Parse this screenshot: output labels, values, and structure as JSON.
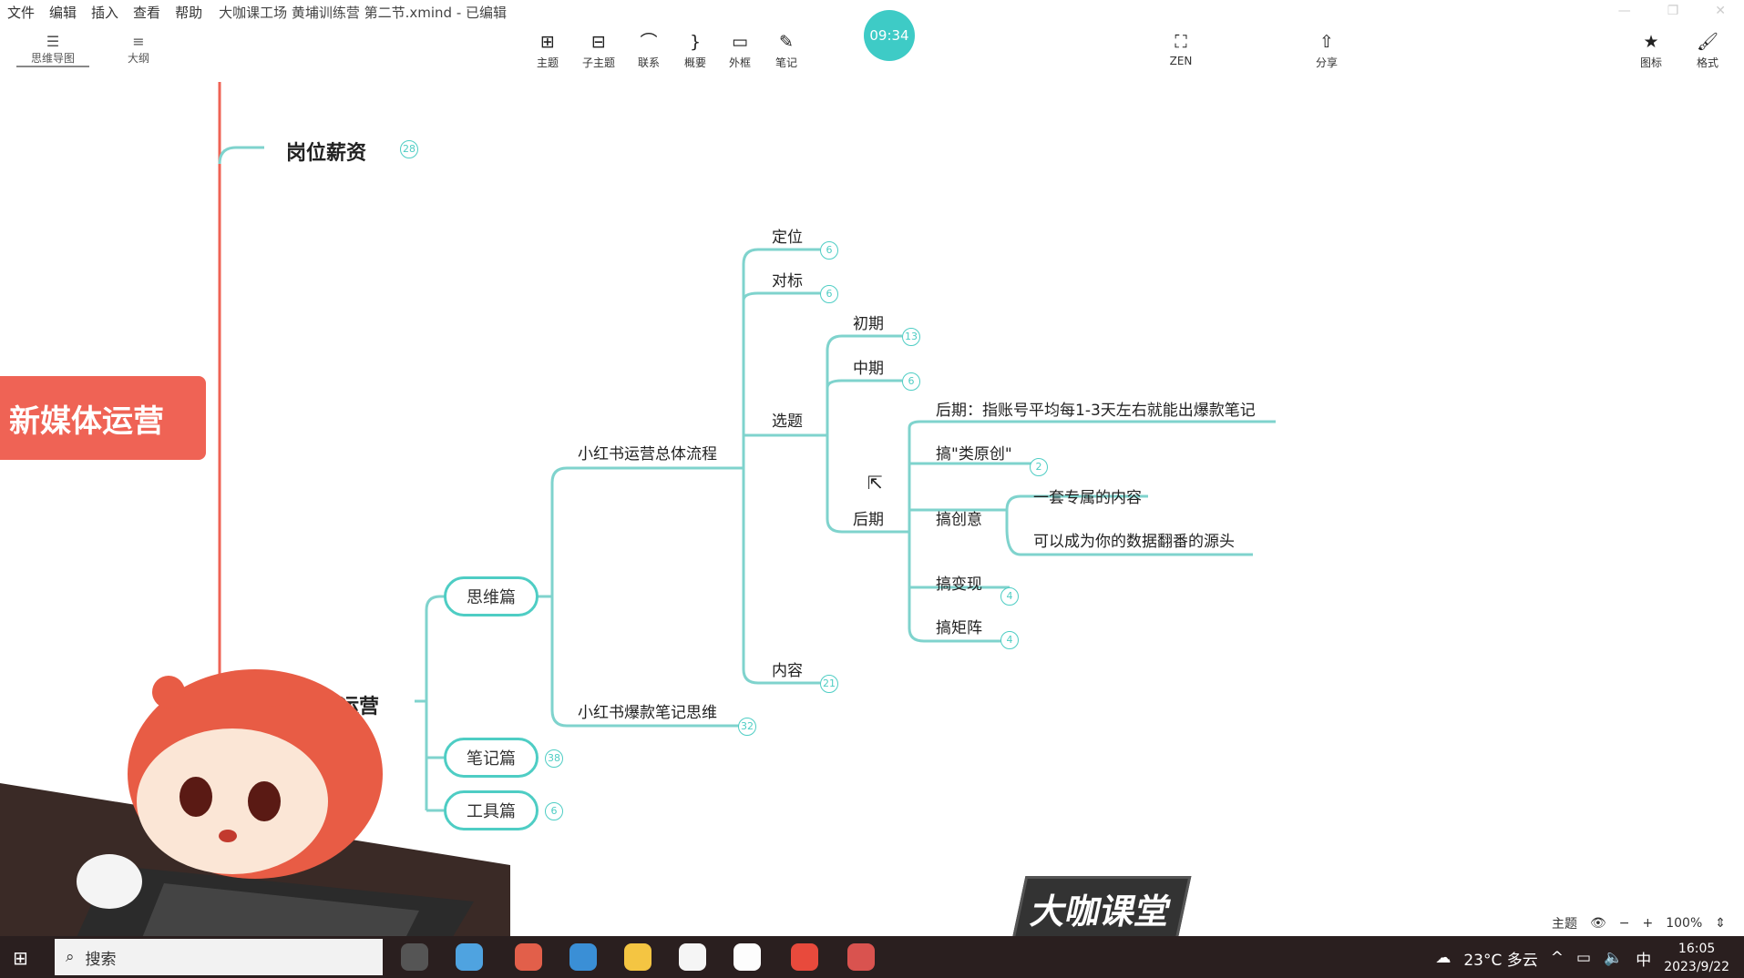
{
  "menu": [
    "文件",
    "编辑",
    "插入",
    "查看",
    "帮助"
  ],
  "window_title": "大咖课工场 黄埔训练营 第二节.xmind - 已编辑",
  "view_tabs": [
    {
      "label": "思维导图",
      "icon": "mindmap-icon"
    },
    {
      "label": "大纲",
      "icon": "outline-icon"
    }
  ],
  "toolbar": [
    {
      "label": "主题",
      "icon": "topic-icon"
    },
    {
      "label": "子主题",
      "icon": "subtopic-icon"
    },
    {
      "label": "联系",
      "icon": "relationship-icon"
    },
    {
      "label": "概要",
      "icon": "summary-icon"
    },
    {
      "label": "外框",
      "icon": "boundary-icon"
    },
    {
      "label": "笔记",
      "icon": "note-icon"
    }
  ],
  "zen": {
    "label": "ZEN",
    "icon": "fullscreen-icon"
  },
  "share": {
    "label": "分享",
    "icon": "share-icon"
  },
  "right_tools": [
    {
      "label": "图标",
      "icon": "star-icon"
    },
    {
      "label": "格式",
      "icon": "format-brush-icon"
    }
  ],
  "timer": "09:34",
  "mindmap": {
    "root": "新媒体运营",
    "branch_salary": {
      "label": "岗位薪资",
      "badge": "28"
    },
    "branch_xhs": "书运营",
    "thinking": "思维篇",
    "notes": {
      "label": "笔记篇",
      "badge": "38"
    },
    "tools": {
      "label": "工具篇",
      "badge": "6"
    },
    "flow": "小红书运营总体流程",
    "viral": {
      "label": "小红书爆款笔记思维",
      "badge": "32"
    },
    "positioning": {
      "label": "定位",
      "badge": "6"
    },
    "benchmark": {
      "label": "对标",
      "badge": "6"
    },
    "topic": "选题",
    "content": {
      "label": "内容",
      "badge": "21"
    },
    "early": {
      "label": "初期",
      "badge": "13"
    },
    "middle": {
      "label": "中期",
      "badge": "6"
    },
    "late": "后期",
    "late_desc": "后期：指账号平均每1-3天左右就能出爆款笔记",
    "original": {
      "label": "搞\"类原创\"",
      "badge": "2"
    },
    "creative": "搞创意",
    "creative_a": "一套专属的内容",
    "creative_b": "可以成为你的数据翻番的源头",
    "monetize": {
      "label": "搞变现",
      "badge": "4"
    },
    "matrix": {
      "label": "搞矩阵",
      "badge": "4"
    }
  },
  "logo": "大咖课堂",
  "status": {
    "topic_label": "主题",
    "zoom": "100%"
  },
  "taskbar": {
    "search": "搜索",
    "weather": "23°C 多云",
    "ime": "中",
    "time": "16:05",
    "date": "2023/9/22"
  },
  "colors": {
    "accent": "#4ecdc4",
    "root": "#ef6355",
    "branch_line": "#ef6355",
    "taskbar": "#2a1f1f"
  }
}
